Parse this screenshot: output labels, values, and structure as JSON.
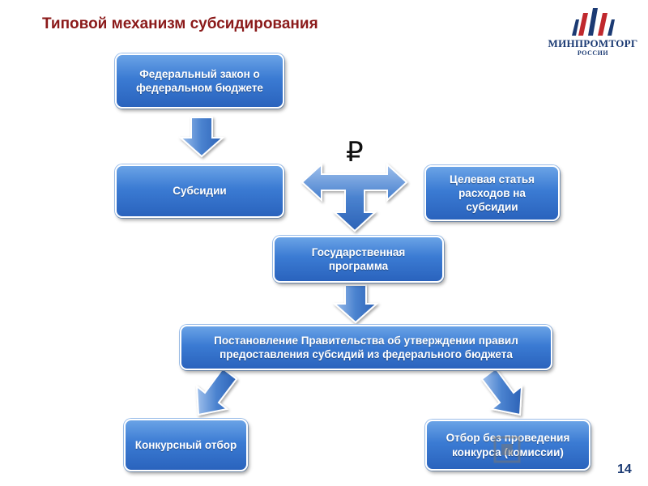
{
  "title": "Типовой механизм субсидирования",
  "logo": {
    "name": "МИНПРОМТОРГ",
    "sub": "РОССИИ"
  },
  "currency_symbol": "₽",
  "boxes": {
    "federal_law": "Федеральный закон о федеральном бюджете",
    "subsidies": "Субсидии",
    "target_item": "Целевая статья расходов на субсидии",
    "state_program": "Государственная программа",
    "resolution": "Постановление Правительства об утверждении правил предоставления субсидий из федерального бюджета",
    "competitive": "Конкурсный отбор",
    "no_competition": "Отбор без проведения конкурса (комиссии)"
  },
  "page_number": "14",
  "colors": {
    "title": "#8b1a1a",
    "box": "#3b7bd3",
    "arrow": "#4a82cf"
  }
}
